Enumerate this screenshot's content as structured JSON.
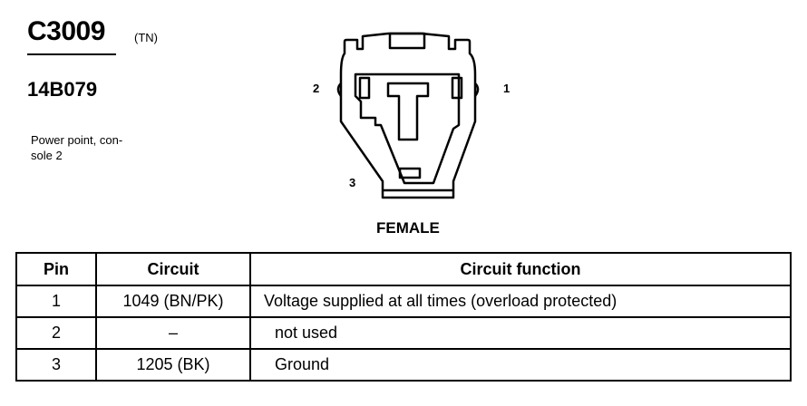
{
  "connector": {
    "id": "C3009",
    "tag": "(TN)",
    "part_number": "14B079",
    "description": "Power point, con-\nsole 2"
  },
  "diagram": {
    "gender": "FEMALE",
    "pin_labels": {
      "pin1": "1",
      "pin2": "2",
      "pin3": "3"
    }
  },
  "table": {
    "headers": {
      "pin": "Pin",
      "circuit": "Circuit",
      "function": "Circuit function"
    },
    "rows": [
      {
        "pin": "1",
        "circuit": "1049 (BN/PK)",
        "function": "Voltage supplied at all times (overload protected)"
      },
      {
        "pin": "2",
        "circuit": "–",
        "function": "not used"
      },
      {
        "pin": "3",
        "circuit": "1205 (BK)",
        "function": "Ground"
      }
    ]
  }
}
